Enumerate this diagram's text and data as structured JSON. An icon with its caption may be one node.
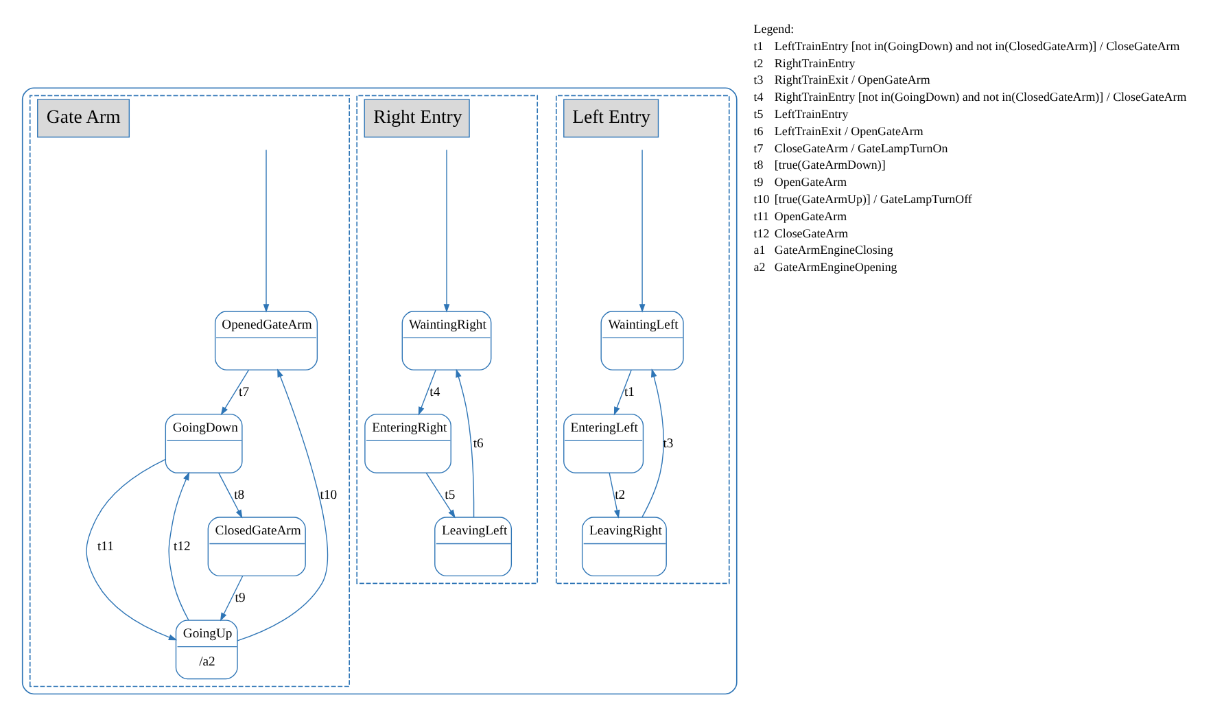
{
  "diagram": {
    "nodes": [
      {
        "text": [],
        "shape": "box"
      },
      {
        "text": [
          "Left Entry"
        ],
        "in": 0
      },
      {
        "text": [
          "Right Entry"
        ],
        "in": 0
      },
      {
        "text": [
          "Gate Arm"
        ],
        "in": 0
      },
      {
        "text": [
          "WaintingLeft"
        ],
        "in": 1
      },
      {
        "text": [
          "EnteringLeft"
        ],
        "in": 1
      },
      {
        "text": [
          "LeavingRight"
        ],
        "in": 1
      },
      {
        "text": [
          "WaintingRight"
        ],
        "in": 2
      },
      {
        "text": [
          "EnteringRight"
        ],
        "in": 2
      },
      {
        "text": [
          "LeavingLeft"
        ],
        "in": 2
      },
      {
        "text": [
          "OpenedGateArm"
        ],
        "in": 3
      },
      {
        "text": [
          "GoingUp",
          "/a2"
        ],
        "in": 3
      },
      {
        "text": [
          "GoingDown"
        ],
        "in": 3
      },
      {
        "text": [
          "ClosedGateArm"
        ],
        "in": 3
      }
    ],
    "edges": [
      {
        "from": null,
        "to": 4,
        "arrow": "to"
      },
      {
        "from": 4,
        "to": 5,
        "arrow": "to",
        "label": "t1"
      },
      {
        "from": 5,
        "to": 6,
        "arrow": "to",
        "label": "t2"
      },
      {
        "from": 6,
        "to": 4,
        "arrow": "to",
        "label": "t3"
      },
      {
        "from": null,
        "to": 7,
        "arrow": "to"
      },
      {
        "from": 7,
        "to": 8,
        "arrow": "to",
        "label": "t4"
      },
      {
        "from": 8,
        "to": 9,
        "arrow": "to",
        "label": "t5"
      },
      {
        "from": 9,
        "to": 7,
        "arrow": "to",
        "label": "t6"
      },
      {
        "from": null,
        "to": 10,
        "arrow": "to"
      },
      {
        "from": 10,
        "to": 12,
        "arrow": "to",
        "label": "t7"
      },
      {
        "from": 12,
        "to": 13,
        "arrow": "to",
        "label": "t8"
      },
      {
        "from": 13,
        "to": 11,
        "arrow": "to",
        "label": "t9"
      },
      {
        "from": 11,
        "to": 10,
        "arrow": "to",
        "label": "t10"
      },
      {
        "from": 12,
        "to": 11,
        "arrow": "to",
        "label": "t11"
      },
      {
        "from": 11,
        "to": 12,
        "arrow": "to",
        "label": "t12"
      }
    ],
    "labels": [
      "Legend:",
      "t1",
      "LeftTrainEntry [not in(GoingDown) and not in(ClosedGateArm)] / CloseGateArm",
      "t2",
      "RightTrainEntry",
      "t3",
      "RightTrainExit / OpenGateArm",
      "t4",
      "RightTrainEntry [not in(GoingDown) and not in(ClosedGateArm)] / CloseGateArm",
      "t5",
      "LeftTrainEntry",
      "t6",
      "LeftTrainExit / OpenGateArm",
      "t7",
      "CloseGateArm / GateLampTurnOn",
      "t8",
      "[true(GateArmDown)]",
      "t9",
      "OpenGateArm",
      "t10",
      "[true(GateArmUp)] / GateLampTurnOff",
      "t11",
      "OpenGateArm",
      "t12",
      "CloseGateArm",
      "a1",
      "GateArmEngineClosing",
      "a2",
      "GateArmEngineOpening"
    ]
  }
}
